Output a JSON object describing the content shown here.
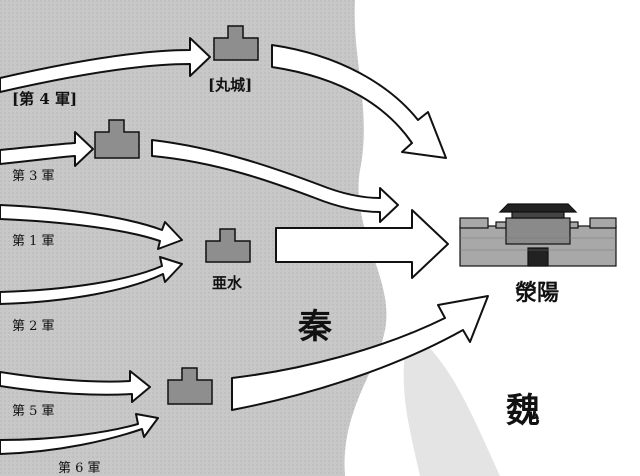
{
  "labels": {
    "army4": "[第 4 軍]",
    "army3": "第 3 軍",
    "army1": "第 1 軍",
    "army2": "第 2 軍",
    "army5": "第 5 軍",
    "army6": "第 6 軍",
    "fort_top": "[丸城]",
    "fort_mid": "亜水",
    "region_qin": "秦",
    "region_wei": "魏",
    "city": "滎陽"
  },
  "colors": {
    "paper": "#ffffff",
    "qin_territory": "#c8c8c8",
    "ink": "#111111",
    "fort_fill": "#8e8e8e",
    "arrow_fill": "#ffffff",
    "arrow_shadow": "#555555"
  },
  "icons": {
    "fort": "fort-icon",
    "city": "walled-city-icon"
  }
}
